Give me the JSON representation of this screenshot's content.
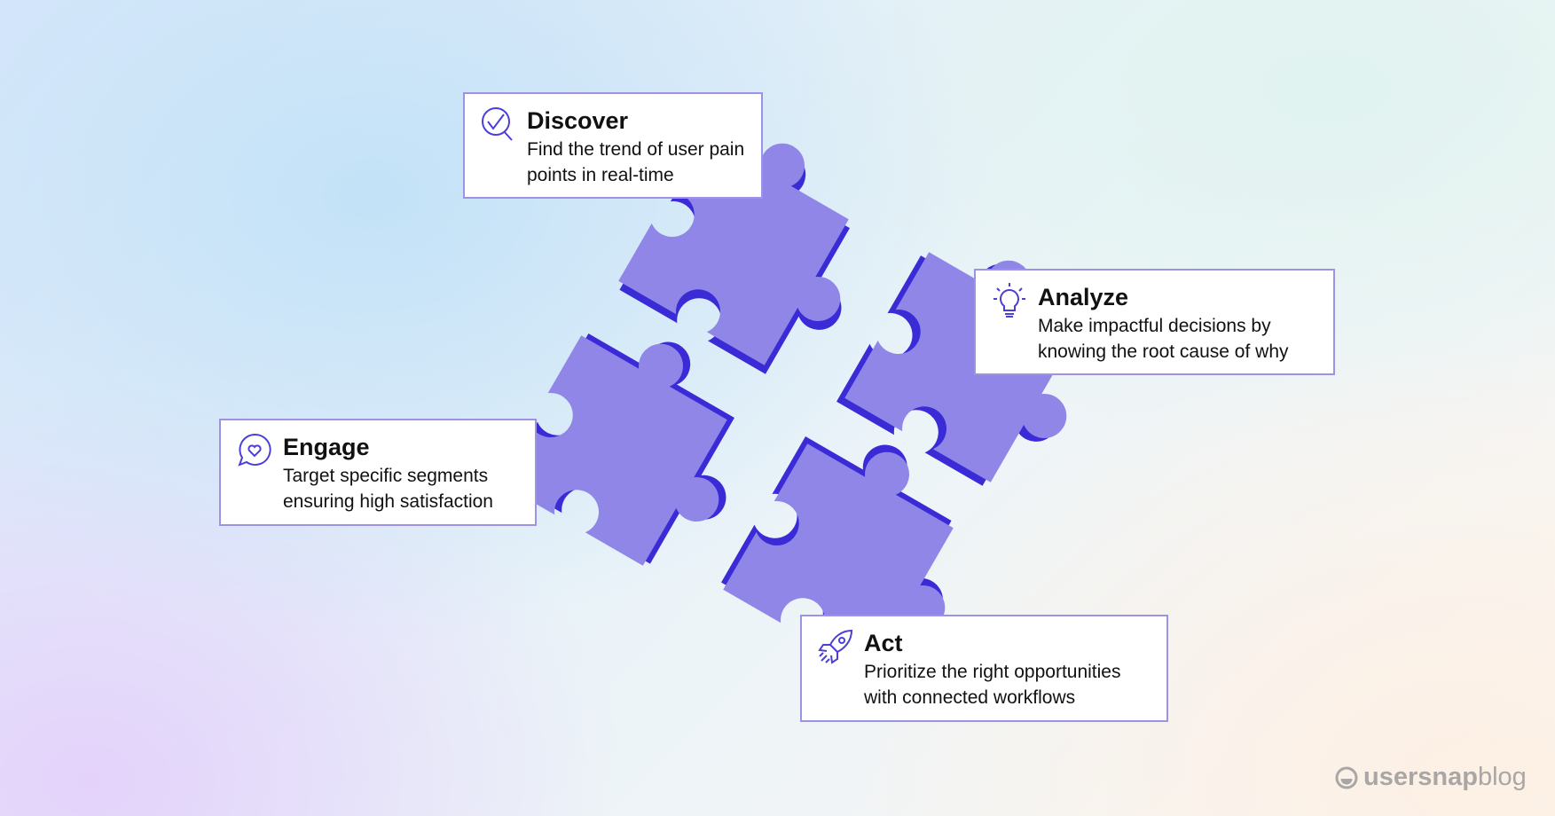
{
  "cards": [
    {
      "title": "Discover",
      "text": "Find the trend of user pain points in real-time",
      "icon": "magnifier-check-icon"
    },
    {
      "title": "Analyze",
      "text": "Make impactful decisions by knowing the root cause of why",
      "icon": "lightbulb-icon"
    },
    {
      "title": "Engage",
      "text": "Target specific segments ensuring high satisfaction",
      "icon": "chat-heart-icon"
    },
    {
      "title": "Act",
      "text": "Prioritize the right opportunities with connected workflows",
      "icon": "rocket-icon"
    }
  ],
  "logo": {
    "brand": "usersnap",
    "suffix": "blog"
  },
  "colors": {
    "piece": "#8f86e8",
    "piece_edge": "#3a2bd6",
    "border": "#9d93e6"
  }
}
